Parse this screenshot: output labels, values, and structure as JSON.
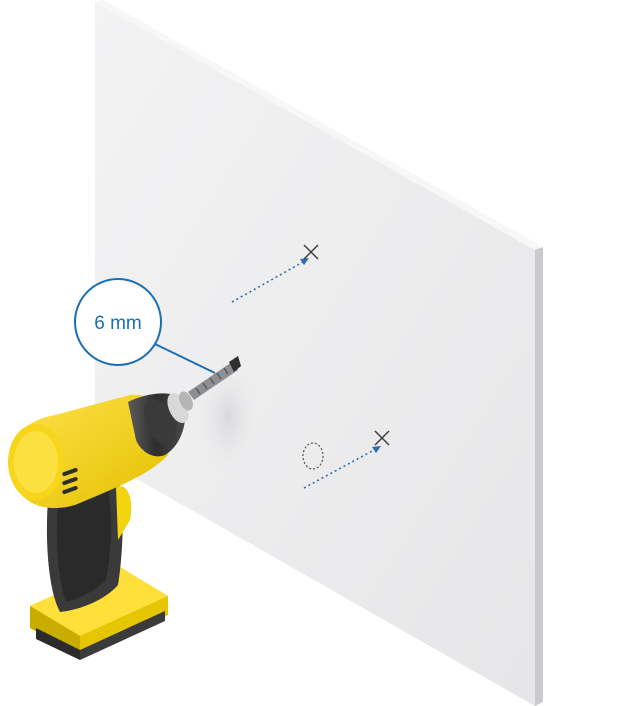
{
  "callout": {
    "label": "6 mm",
    "color": "#1a6fb3"
  },
  "wall": {
    "face_color": "#ececee",
    "edge_color": "#c7c8cb",
    "top_color": "#f4f4f5"
  },
  "drill": {
    "body_color": "#f2d40f",
    "shadow_color": "#c9ad00",
    "grip_color": "#3a3a3a"
  },
  "guide_line_color": "#2a6db5",
  "marks": [
    {
      "id": "upper-hole-mark",
      "icon": "cross-mark-icon"
    },
    {
      "id": "lower-hole-mark",
      "icon": "cross-mark-icon"
    },
    {
      "id": "anchor-outline",
      "icon": "dashed-ellipse-icon"
    }
  ]
}
